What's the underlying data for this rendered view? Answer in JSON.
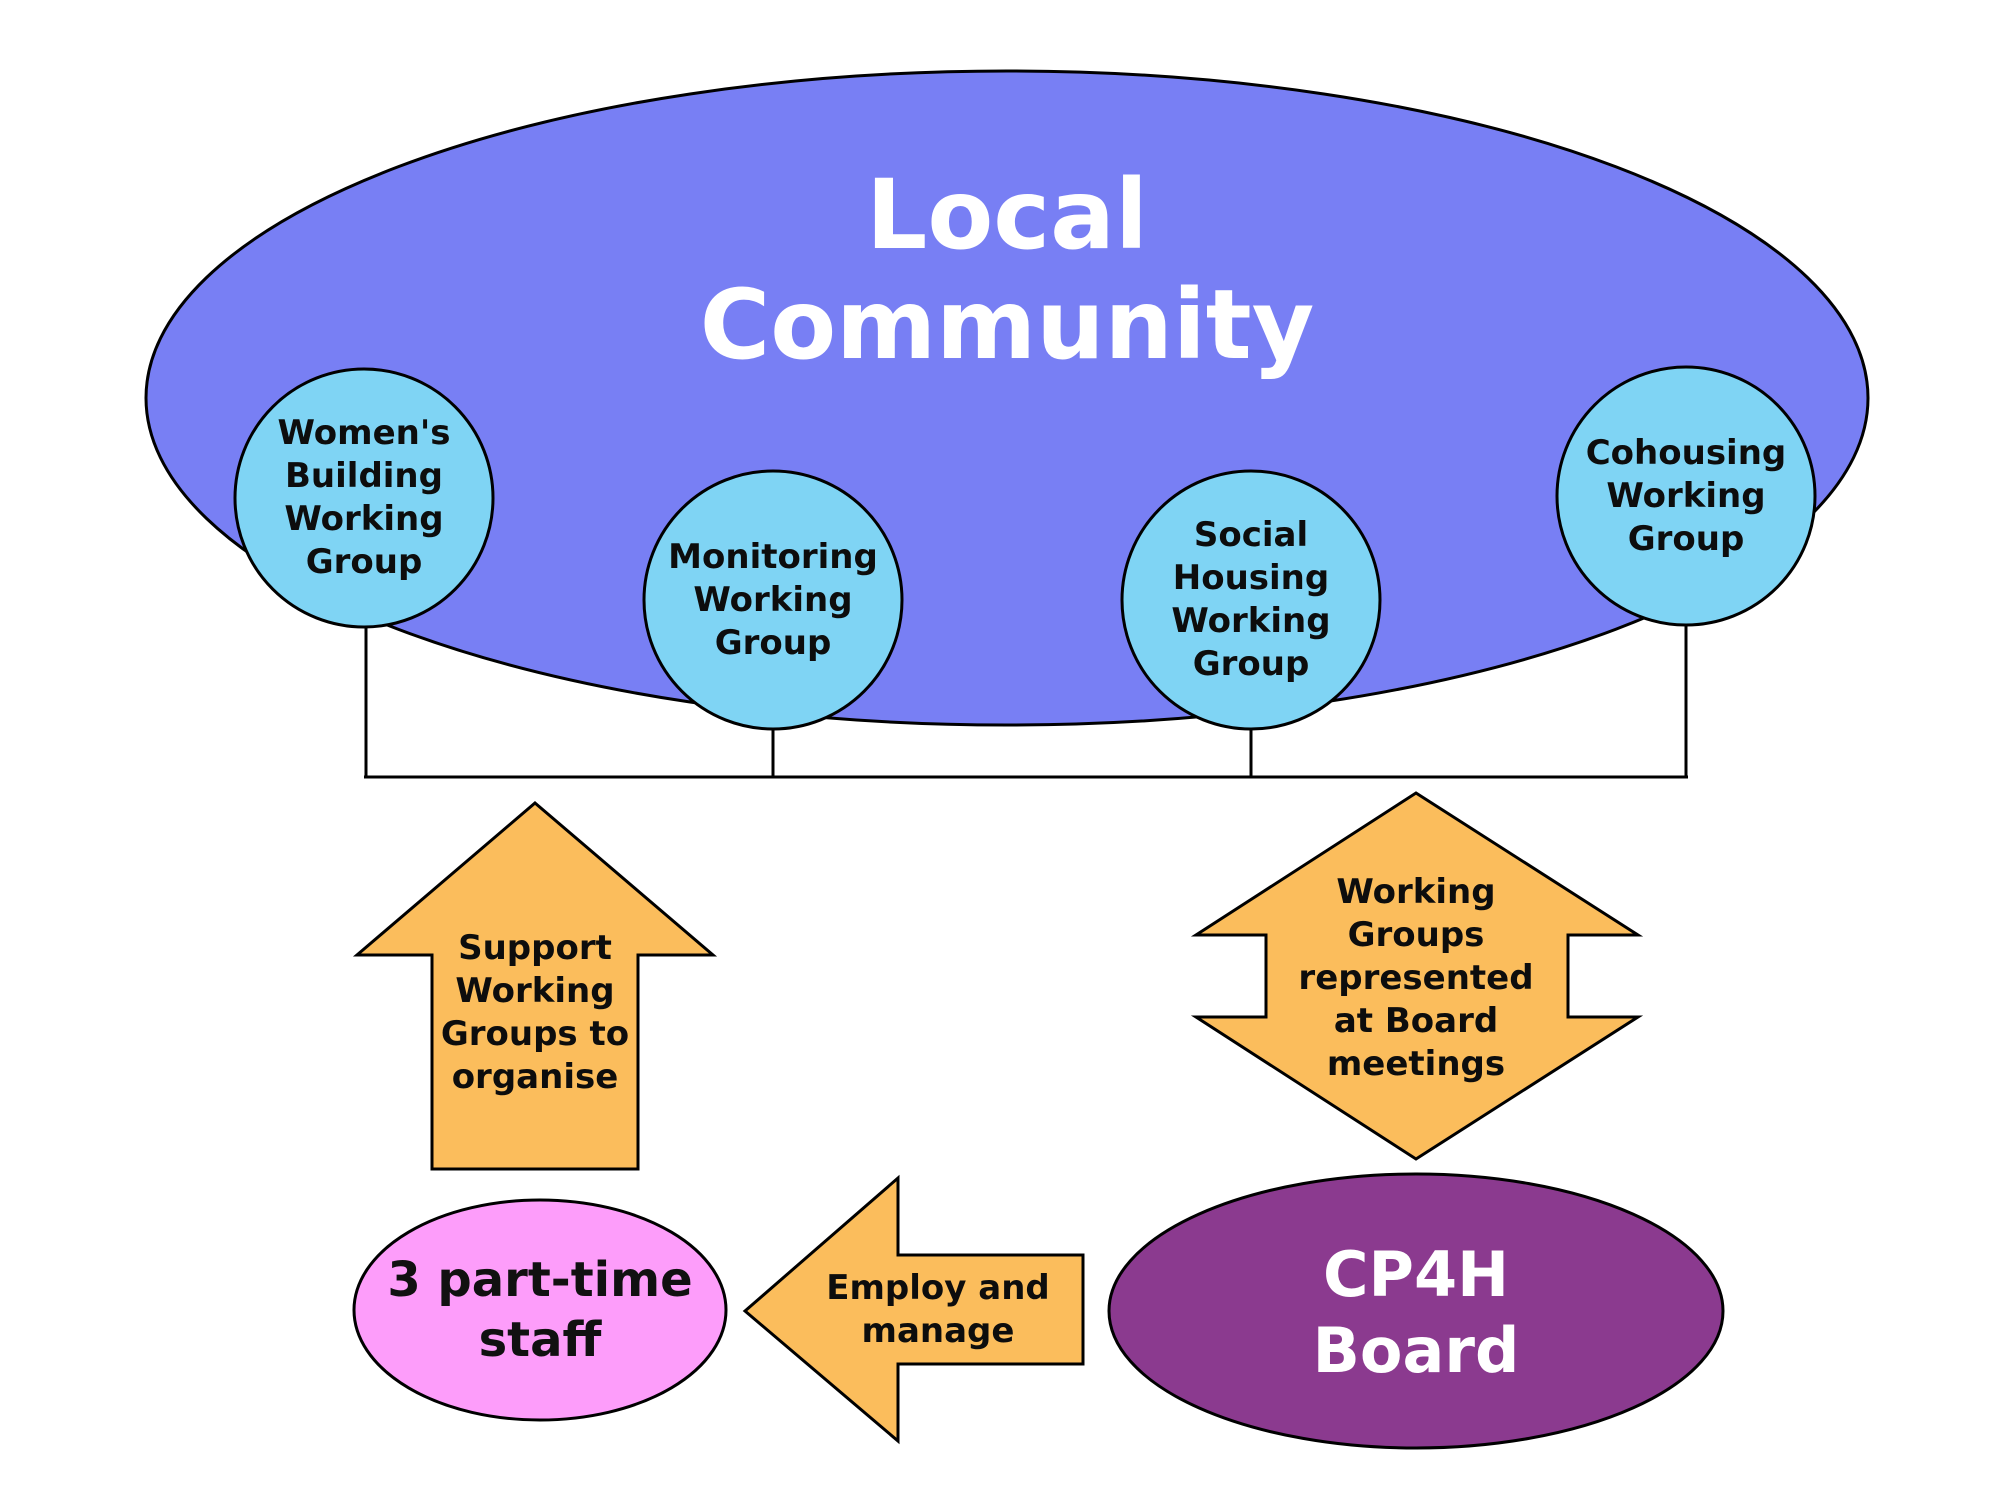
{
  "community": {
    "label": "Local\nCommunity"
  },
  "groups": [
    {
      "label": "Women's\nBuilding\nWorking\nGroup"
    },
    {
      "label": "Monitoring\nWorking\nGroup"
    },
    {
      "label": "Social\nHousing\nWorking\nGroup"
    },
    {
      "label": "Cohousing\nWorking\nGroup"
    }
  ],
  "arrows": {
    "support": {
      "label": "Support\nWorking\nGroups to\norganise"
    },
    "represented": {
      "label": "Working\nGroups\nrepresented\nat Board\nmeetings"
    },
    "employ": {
      "label": "Employ and\nmanage"
    }
  },
  "staff": {
    "label": "3 part-time\nstaff"
  },
  "board": {
    "label": "CP4H\nBoard"
  },
  "colors": {
    "community_fill": "#787ff4",
    "group_fill": "#7fd4f4",
    "arrow_fill": "#fbbd5c",
    "staff_fill": "#fd9dfa",
    "board_fill": "#8b3a8f",
    "outline": "#000000"
  }
}
